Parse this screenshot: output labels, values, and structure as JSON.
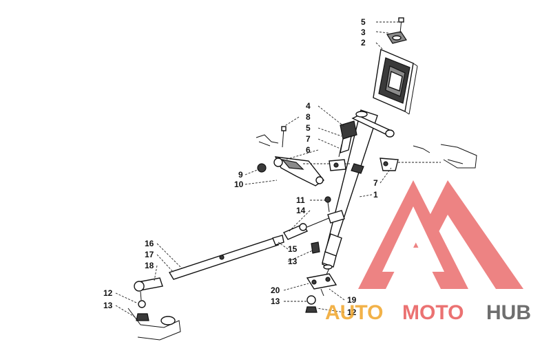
{
  "callouts": [
    {
      "id": "c5a",
      "text": "5"
    },
    {
      "id": "c3",
      "text": "3"
    },
    {
      "id": "c2",
      "text": "2"
    },
    {
      "id": "c4",
      "text": "4"
    },
    {
      "id": "c8",
      "text": "8"
    },
    {
      "id": "c5b",
      "text": "5"
    },
    {
      "id": "c7a",
      "text": "7"
    },
    {
      "id": "c6",
      "text": "6"
    },
    {
      "id": "c9",
      "text": "9"
    },
    {
      "id": "c10",
      "text": "10"
    },
    {
      "id": "c7b",
      "text": "7"
    },
    {
      "id": "c1",
      "text": "1"
    },
    {
      "id": "c11",
      "text": "11"
    },
    {
      "id": "c14",
      "text": "14"
    },
    {
      "id": "c16",
      "text": "16"
    },
    {
      "id": "c17",
      "text": "17"
    },
    {
      "id": "c18",
      "text": "18"
    },
    {
      "id": "c15",
      "text": "15"
    },
    {
      "id": "c13a",
      "text": "13"
    },
    {
      "id": "c12a",
      "text": "12"
    },
    {
      "id": "c13b",
      "text": "13"
    },
    {
      "id": "c20",
      "text": "20"
    },
    {
      "id": "c13c",
      "text": "13"
    },
    {
      "id": "c19",
      "text": "19"
    },
    {
      "id": "c12b",
      "text": "12"
    }
  ],
  "watermark": {
    "part1": "AUTO",
    "part2": "MOTO",
    "part3": "HUB",
    "colors": {
      "logo": "#e85a5a",
      "auto": "#f0a52a",
      "moto": "#e85a5a",
      "hub": "#555555"
    }
  }
}
